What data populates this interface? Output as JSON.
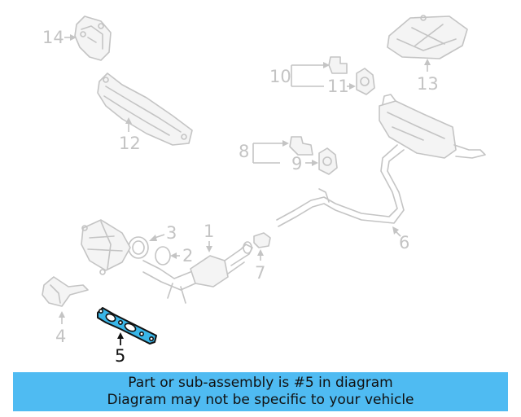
{
  "callouts": {
    "c1": "1",
    "c2": "2",
    "c3": "3",
    "c4": "4",
    "c5": "5",
    "c6": "6",
    "c7": "7",
    "c8": "8",
    "c9": "9",
    "c10": "10",
    "c11": "11",
    "c12": "12",
    "c13": "13",
    "c14": "14"
  },
  "highlighted_part": "5",
  "colors": {
    "highlight": "#39b6e8",
    "banner": "#4fbbf2",
    "ghost": "#c4c4c4"
  },
  "banner": {
    "line1": "Part or sub-assembly is #5 in diagram",
    "line2": "Diagram may not be specific to your vehicle"
  }
}
